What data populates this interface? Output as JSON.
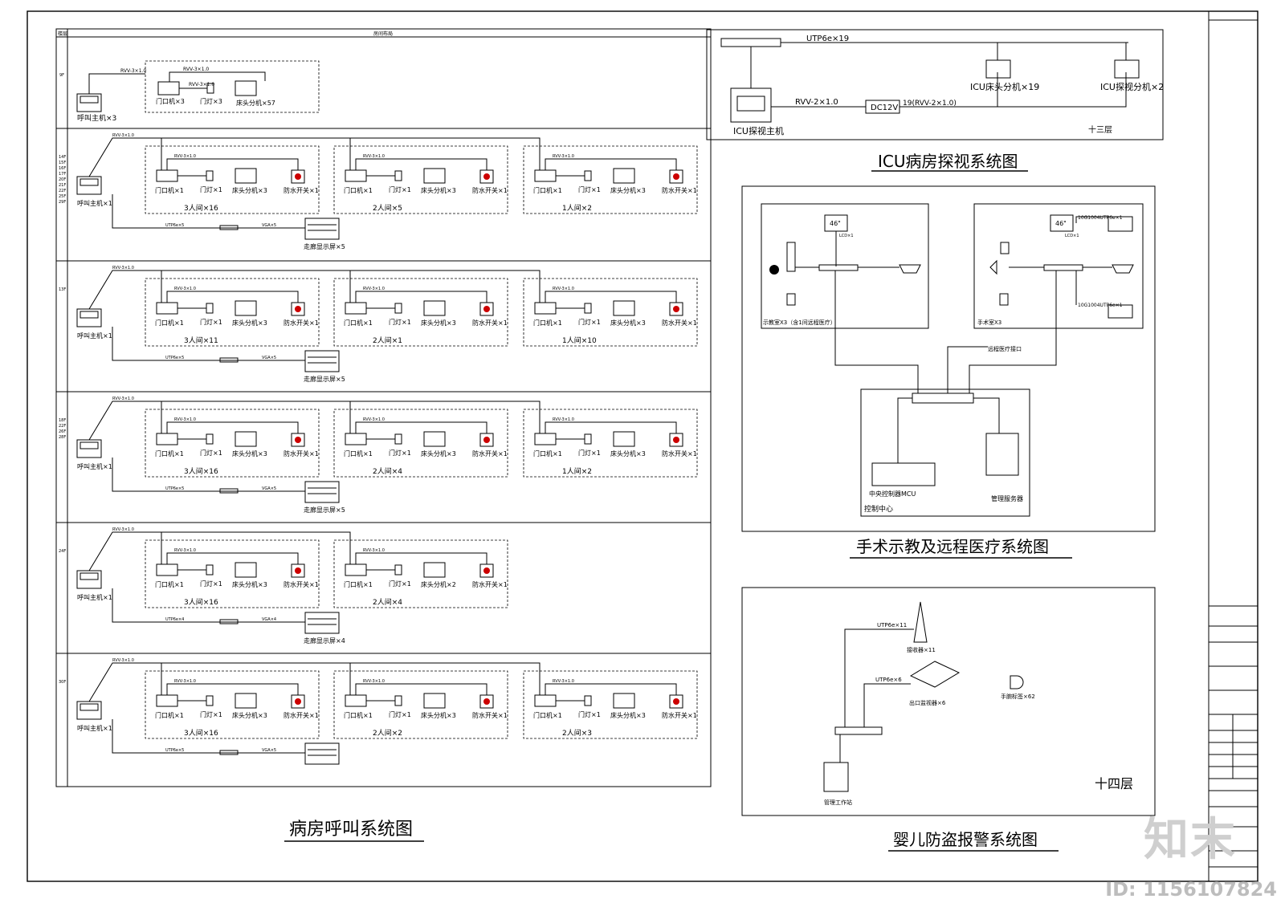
{
  "titles": {
    "ward_call": "病房呼叫系统图",
    "icu": "ICU病房探视系统图",
    "surgery": "手术示教及远程医疗系统图",
    "infant": "婴儿防盗报警系统图"
  },
  "ward_table": {
    "col_floor": "楼层",
    "col_layout": "房间布局"
  },
  "ward_labels": {
    "host": "呼叫主机×1",
    "host_first": "呼叫主机×3",
    "door": "门口机×1",
    "door_first": "门口机×3",
    "lamp": "门灯×1",
    "lamp_first": "门灯×3",
    "bed3": "床头分机×3",
    "bed2": "床头分机×2",
    "bed_first": "床头分机×57",
    "water": "防水开关×1",
    "rvv": "RVV-3×1.0",
    "utp": "UTP6e×5",
    "vga": "VGA×5",
    "utp4": "UTP6e×4",
    "vga4": "VGA×4"
  },
  "ward_rows": [
    {
      "floors": [
        "9F"
      ],
      "rooms": [],
      "display": ""
    },
    {
      "floors": [
        "14F",
        "15F",
        "16F",
        "17F",
        "20F",
        "21F",
        "22F",
        "25F",
        "29F"
      ],
      "rooms": [
        "3人间×16",
        "2人间×5",
        "1人间×2"
      ],
      "display": "走廊显示屏×5"
    },
    {
      "floors": [
        "13F"
      ],
      "rooms": [
        "3人间×11",
        "2人间×1",
        "1人间×10"
      ],
      "display": "走廊显示屏×5"
    },
    {
      "floors": [
        "18F",
        "22F",
        "26F",
        "28F"
      ],
      "rooms": [
        "3人间×16",
        "2人间×4",
        "1人间×2"
      ],
      "display": "走廊显示屏×5"
    },
    {
      "floors": [
        "24F"
      ],
      "rooms": [
        "3人间×16",
        "2人间×4"
      ],
      "display": "走廊显示屏×4"
    },
    {
      "floors": [
        "30F"
      ],
      "rooms": [
        "3人间×16",
        "2人间×2",
        "2人间×3"
      ],
      "display": ""
    }
  ],
  "icu": {
    "cable_top": "UTP6e×19",
    "cable_mid": "RVV-2×1.0",
    "psu": "DC12V",
    "cable_psu": "19(RVV-2×1.0)",
    "bed_unit": "ICU床头分机×19",
    "visit_unit": "ICU探视分机×2",
    "host": "ICU探视主机",
    "floor": "十三层"
  },
  "surgery": {
    "screen": "46\"",
    "lcd": "LCD×1",
    "left_room": "示教室X3（含1间远程医疗）",
    "right_room": "手术室X3",
    "remote_port": "远程医疗接口",
    "mcu": "中央控制器MCU",
    "server": "管理服务器",
    "center": "控制中心",
    "link1": "10G1004UTP6e×1",
    "link2": "10G1004UTP6e×1"
  },
  "infant": {
    "utp11": "UTP6e×11",
    "receiver": "接收器×11",
    "utp6": "UTP6e×6",
    "exit": "出口监视器×6",
    "tag": "手腕标签×62",
    "workstation": "管理工作站",
    "floor": "十四层"
  },
  "title_block": {
    "watermark": "知末",
    "id": "ID: 1156107824"
  }
}
